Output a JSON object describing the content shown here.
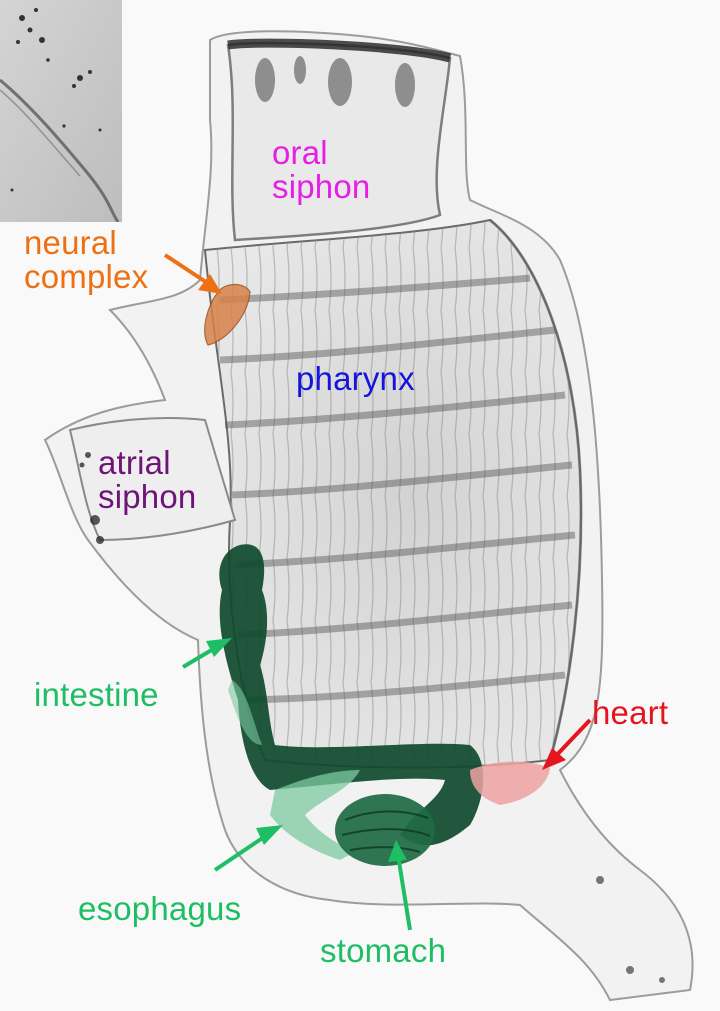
{
  "image": {
    "background": "#f9f9f9",
    "labels": {
      "oral_siphon": {
        "lines": [
          "oral",
          "siphon"
        ],
        "color": "#e61ee6"
      },
      "neural_complex": {
        "lines": [
          "neural",
          "complex"
        ],
        "color": "#ee7014"
      },
      "pharynx": {
        "text": "pharynx",
        "color": "#1414dc"
      },
      "atrial_siphon": {
        "lines": [
          "atrial",
          "siphon"
        ],
        "color": "#6e1478"
      },
      "intestine": {
        "text": "intestine",
        "color": "#1ebe64"
      },
      "heart": {
        "text": "heart",
        "color": "#e6141e"
      },
      "esophagus": {
        "text": "esophagus",
        "color": "#1ebe64"
      },
      "stomach": {
        "text": "stomach",
        "color": "#1ebe64"
      }
    },
    "organ_colors": {
      "gut_dark": "#0e4a2e",
      "gut_light": "#7cc9a0",
      "neural_complex": "#d8824a",
      "heart": "#eea2a2",
      "tissue": "#444444"
    }
  }
}
